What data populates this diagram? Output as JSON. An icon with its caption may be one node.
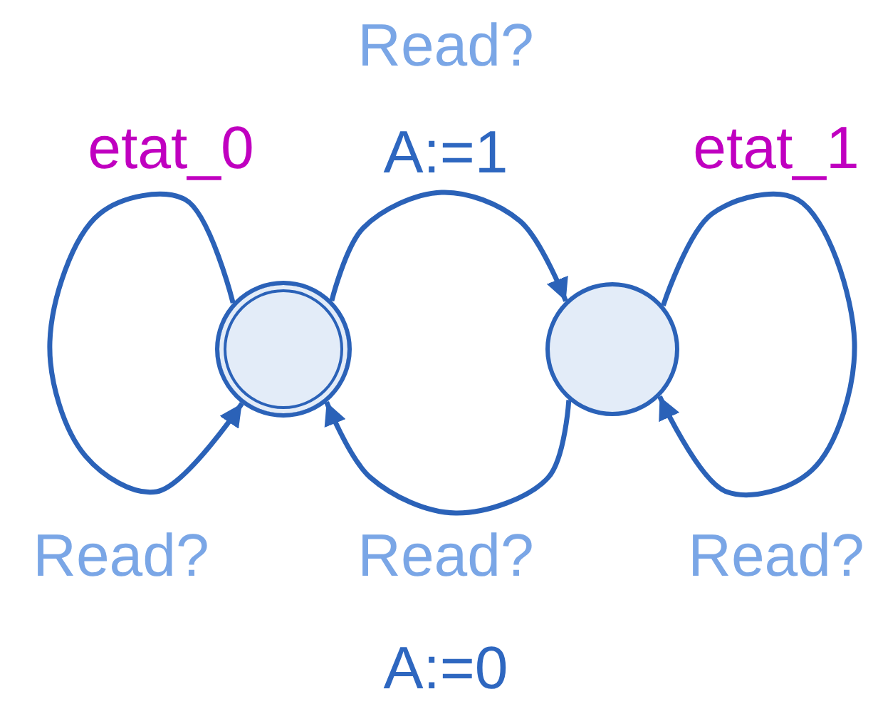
{
  "diagram": {
    "nodes": [
      {
        "text": [],
        "shape": "circle",
        "beside": [
          "etat_0"
        ]
      },
      {
        "text": [],
        "shape": "circle",
        "beside": [
          "etat_1"
        ]
      }
    ],
    "edges": [
      {
        "from": 0,
        "to": 0,
        "arrow": "to",
        "label": "Read?"
      },
      {
        "from": 0,
        "to": 1,
        "arrow": "to",
        "label": "Read?"
      },
      {
        "from": 1,
        "to": 0,
        "arrow": "to",
        "label": "Read?"
      },
      {
        "from": 1,
        "to": 1,
        "arrow": "to",
        "label": "Read?"
      }
    ],
    "labels": [
      "A:=1",
      "A:=0"
    ]
  }
}
